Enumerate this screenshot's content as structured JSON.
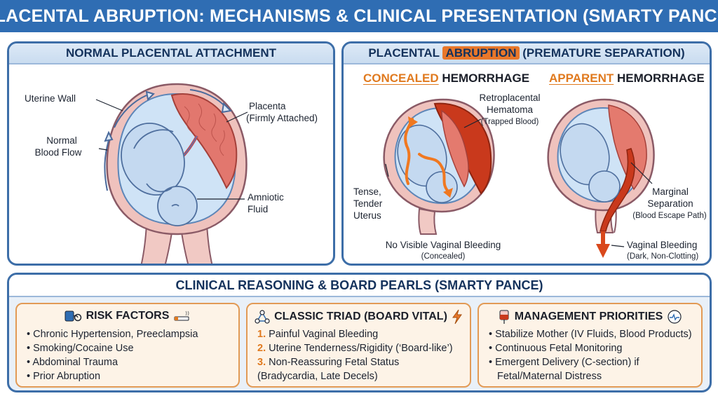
{
  "title": "PLACENTAL ABRUPTION: MECHANISMS & CLINICAL PRESENTATION (SMARTY PANCE)",
  "normal_panel": {
    "heading": "NORMAL PLACENTAL ATTACHMENT",
    "labels": {
      "uterine_wall": "Uterine Wall",
      "blood_flow_1": "Normal",
      "blood_flow_2": "Blood Flow",
      "placenta_1": "Placenta",
      "placenta_2": "(Firmly Attached)",
      "fluid_1": "Amniotic",
      "fluid_2": "Fluid"
    }
  },
  "abruption_panel": {
    "heading_pre": "PLACENTAL",
    "heading_highlight": "ABRUPTION",
    "heading_post": "(PREMATURE SEPARATION)",
    "concealed": {
      "heading_accent": "CONCEALED",
      "heading_rest": "HEMORRHAGE",
      "hematoma_1": "Retroplacental",
      "hematoma_2": "Hematoma",
      "hematoma_3": "(Trapped Blood)",
      "uterus_1": "Tense,",
      "uterus_2": "Tender",
      "uterus_3": "Uterus",
      "bleeding_1": "No Visible Vaginal Bleeding",
      "bleeding_2": "(Concealed)"
    },
    "apparent": {
      "heading_accent": "APPARENT",
      "heading_rest": "HEMORRHAGE",
      "marginal_1": "Marginal",
      "marginal_2": "Separation",
      "marginal_3": "(Blood Escape Path)",
      "bleeding_1": "Vaginal Bleeding",
      "bleeding_2": "(Dark, Non-Clotting)"
    }
  },
  "pearls_panel": {
    "heading": "CLINICAL REASONING & BOARD PEARLS (SMARTY PANCE)",
    "risk_factors": {
      "title": "RISK FACTORS",
      "items": [
        "Chronic Hypertension, Preeclampsia",
        "Smoking/Cocaine Use",
        "Abdominal Trauma",
        "Prior Abruption"
      ]
    },
    "classic_triad": {
      "title": "CLASSIC TRIAD (BOARD VITAL)",
      "numbers": [
        "1.",
        "2.",
        "3."
      ],
      "items": [
        "Painful Vaginal Bleeding",
        "Uterine Tenderness/Rigidity (‘Board-like’)",
        "Non-Reassuring Fetal Status",
        "(Bradycardia, Late Decels)"
      ]
    },
    "management": {
      "title": "MANAGEMENT PRIORITIES",
      "items": [
        "Stabilize Mother (IV Fluids, Blood Products)",
        "Continuous Fetal Monitoring",
        "Emergent Delivery (C-section) if",
        "Fetal/Maternal Distress"
      ]
    }
  },
  "colors": {
    "title_bar": "#2f6db3",
    "panel_border": "#3d6ea8",
    "accent_orange": "#e07a1f",
    "blood_dark": "#c0392b",
    "card_fill": "#fdf3e7"
  }
}
